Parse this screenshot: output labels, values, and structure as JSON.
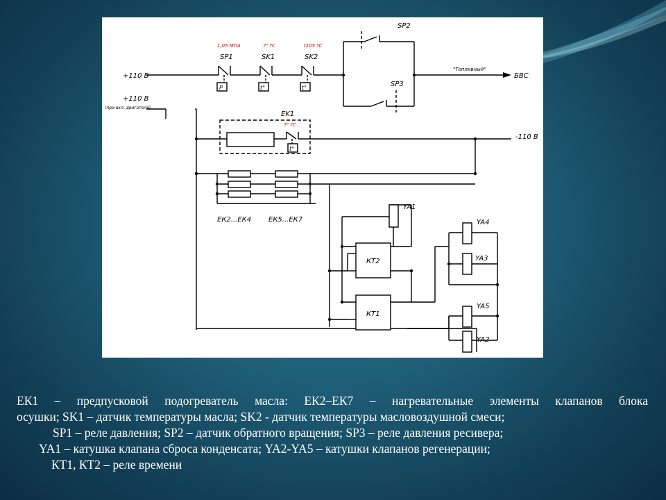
{
  "diagram": {
    "supply_plus": "+110 В",
    "supply_plus_2": "+110 В",
    "supply_plus_2_note": "(при вкл. двигателя)",
    "supply_minus": "-110 В",
    "sp1": {
      "label": "SP1",
      "setpoint": "1,05 МПа",
      "sensor": "P"
    },
    "sk1": {
      "label": "SK1",
      "setpoint": "7⁰ ºC",
      "sensor": "t°"
    },
    "sk2": {
      "label": "SK2",
      "setpoint": "t105 ºC",
      "sensor": "t°"
    },
    "sp2": "SP2",
    "sp3": "SP3",
    "output_note": "\"Топливный\"",
    "output_target": "БВС",
    "ek1": {
      "label": "EK1",
      "setpoint": "7⁰ ºC",
      "sensor": "t°"
    },
    "group1": "ЕК2...ЕК4",
    "group2": "ЕК5...ЕК7",
    "kt2": "КТ2",
    "kt1": "КТ1",
    "ya1": "YA1",
    "ya2": "YA2",
    "ya3": "YA3",
    "ya4": "YA4",
    "ya5": "YA5"
  },
  "caption": {
    "line1": "ЕК1 – предпусковой подогреватель масла: ЕК2–ЕК7 – нагревательные элементы клапанов блока",
    "line2": "осушки; SK1 – датчик температуры масла; SK2 - датчик температуры масловоздушной смеси;",
    "line3": "SP1 – реле давления; SP2 – датчик обратного вращения; SP3 – реле давления ресивера;",
    "line4": "YA1 – катушка клапана сброса конденсата; YA2-YA5 – катушки клапанов регенерации;",
    "line5": "КТ1, КТ2 – реле времени"
  },
  "colors": {
    "background": "#1f5f78",
    "panel": "#ffffff",
    "wire": "#000000",
    "setpoint": "#d00000",
    "caption": "#ffffff"
  }
}
